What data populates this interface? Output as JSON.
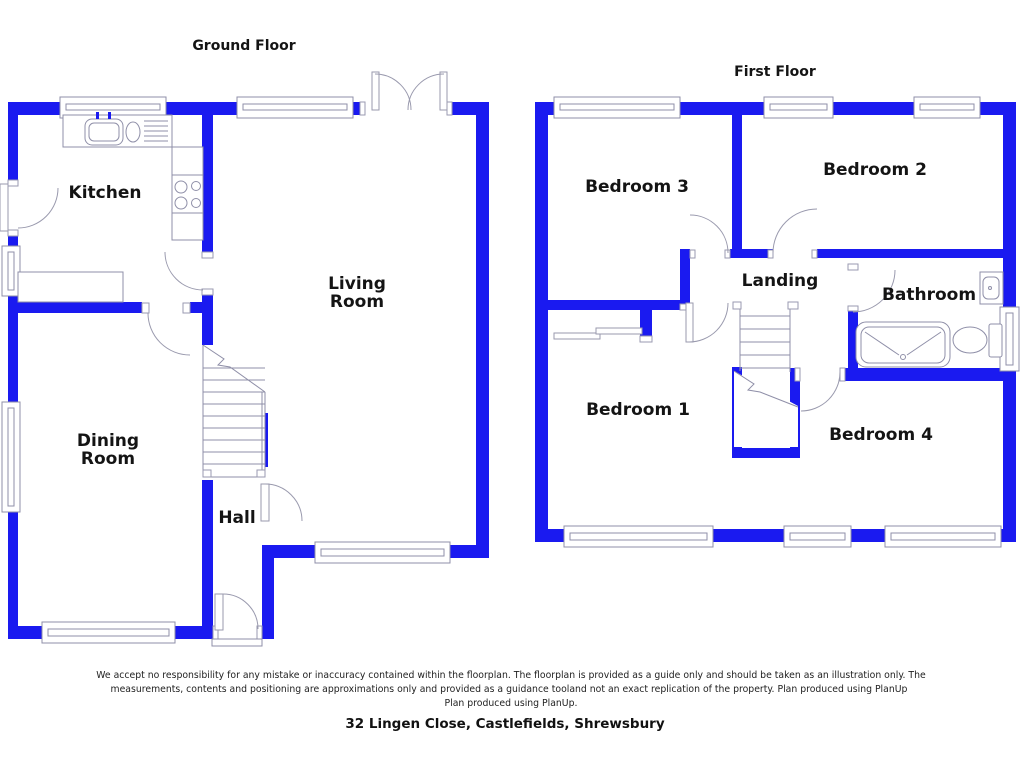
{
  "colors": {
    "wall_blue": "#1a1af0",
    "line_grey": "#8f8fa8",
    "text": "#141414"
  },
  "ground_floor": {
    "title": "Ground Floor",
    "rooms": [
      {
        "id": "kitchen",
        "label": "Kitchen"
      },
      {
        "id": "living-room",
        "lines": [
          "Living",
          "Room"
        ]
      },
      {
        "id": "dining-room",
        "lines": [
          "Dining",
          "Room"
        ]
      },
      {
        "id": "hall",
        "label": "Hall"
      }
    ],
    "fixtures": [
      "sink-unit",
      "stove",
      "worktop",
      "stairs"
    ]
  },
  "first_floor": {
    "title": "First Floor",
    "rooms": [
      {
        "id": "bedroom-3",
        "label": "Bedroom 3"
      },
      {
        "id": "bedroom-2",
        "label": "Bedroom 2"
      },
      {
        "id": "landing",
        "label": "Landing"
      },
      {
        "id": "bathroom",
        "label": "Bathroom"
      },
      {
        "id": "bedroom-1",
        "label": "Bedroom 1"
      },
      {
        "id": "bedroom-4",
        "label": "Bedroom 4"
      }
    ],
    "fixtures": [
      "bath",
      "toilet",
      "basin",
      "stairs",
      "wardrobe-sliding-doors"
    ]
  },
  "footer": {
    "disclaimer_lines": [
      "We accept no responsibility for any mistake or inaccuracy contained within the floorplan. The floorplan is provided as a guide only and should be taken as an illustration only. The",
      "measurements, contents and positioning are approximations only and provided as a guidance tooland not an exact replication of the property. Plan produced using PlanUp",
      "Plan produced using PlanUp."
    ],
    "address": "32 Lingen Close, Castlefields, Shrewsbury"
  }
}
